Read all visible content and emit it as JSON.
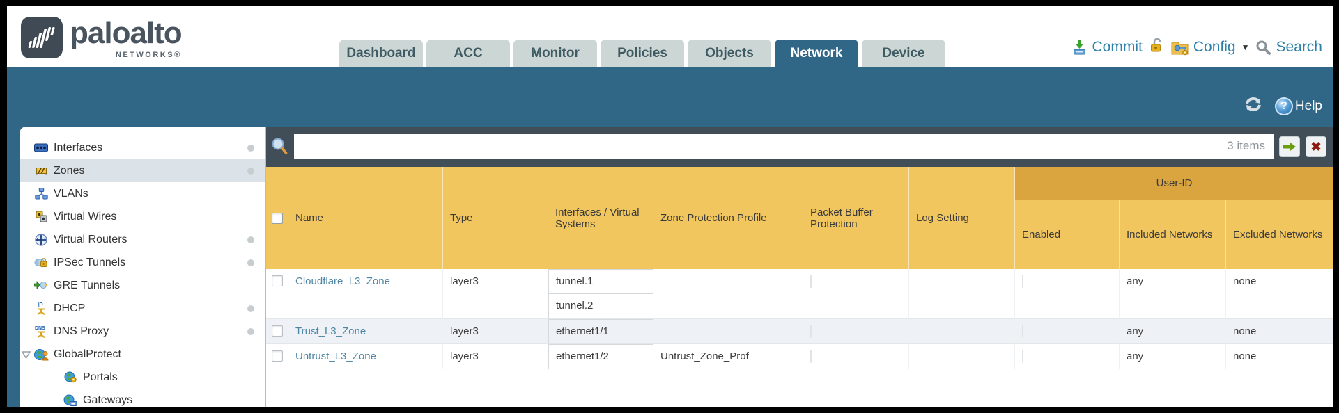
{
  "colors": {
    "teal": "#306686",
    "tab_inactive_bg": "#ccd6d4",
    "filter_bar_slate": "#424e57",
    "table_header_gold": "#f1c65f",
    "group_header_gold": "#daa53e",
    "link_blue": "#4e86a4",
    "row_alt": "#eef2f6",
    "logo_dark": "#3f4a54"
  },
  "header": {
    "brand": "paloalto",
    "brand_sub": "NETWORKS®",
    "tabs": [
      {
        "label": "Dashboard",
        "active": false
      },
      {
        "label": "ACC",
        "active": false
      },
      {
        "label": "Monitor",
        "active": false
      },
      {
        "label": "Policies",
        "active": false
      },
      {
        "label": "Objects",
        "active": false
      },
      {
        "label": "Network",
        "active": true
      },
      {
        "label": "Device",
        "active": false
      }
    ],
    "menu": {
      "commit_label": "Commit",
      "config_label": "Config",
      "search_label": "Search"
    }
  },
  "toolbar": {
    "help_label": "Help"
  },
  "sidebar": {
    "items": [
      {
        "label": "Interfaces",
        "selected": false,
        "has_dot": true,
        "indent": 0
      },
      {
        "label": "Zones",
        "selected": true,
        "has_dot": true,
        "indent": 0
      },
      {
        "label": "VLANs",
        "selected": false,
        "has_dot": false,
        "indent": 0
      },
      {
        "label": "Virtual Wires",
        "selected": false,
        "has_dot": false,
        "indent": 0
      },
      {
        "label": "Virtual Routers",
        "selected": false,
        "has_dot": true,
        "indent": 0
      },
      {
        "label": "IPSec Tunnels",
        "selected": false,
        "has_dot": true,
        "indent": 0
      },
      {
        "label": "GRE Tunnels",
        "selected": false,
        "has_dot": false,
        "indent": 0
      },
      {
        "label": "DHCP",
        "selected": false,
        "has_dot": true,
        "indent": 0
      },
      {
        "label": "DNS Proxy",
        "selected": false,
        "has_dot": true,
        "indent": 0
      },
      {
        "label": "GlobalProtect",
        "selected": false,
        "has_dot": false,
        "indent": 0,
        "expanded": true
      },
      {
        "label": "Portals",
        "selected": false,
        "has_dot": false,
        "indent": 1
      },
      {
        "label": "Gateways",
        "selected": false,
        "has_dot": false,
        "indent": 1
      }
    ]
  },
  "content": {
    "filter": {
      "value": "",
      "count": "3 items"
    },
    "table": {
      "group_header": "User-ID",
      "columns": [
        "Name",
        "Type",
        "Interfaces / Virtual Systems",
        "Zone Protection Profile",
        "Packet Buffer Protection",
        "Log Setting",
        "Enabled",
        "Included Networks",
        "Excluded Networks"
      ],
      "rows": [
        {
          "name": "Cloudflare_L3_Zone",
          "type": "layer3",
          "interfaces": [
            "tunnel.1",
            "tunnel.2"
          ],
          "zone_protection_profile": "",
          "packet_buffer_protection": false,
          "log_setting": "",
          "user_id_enabled": false,
          "included_networks": "any",
          "excluded_networks": "none"
        },
        {
          "name": "Trust_L3_Zone",
          "type": "layer3",
          "interfaces": [
            "ethernet1/1"
          ],
          "zone_protection_profile": "",
          "packet_buffer_protection": false,
          "log_setting": "",
          "user_id_enabled": false,
          "included_networks": "any",
          "excluded_networks": "none"
        },
        {
          "name": "Untrust_L3_Zone",
          "type": "layer3",
          "interfaces": [
            "ethernet1/2"
          ],
          "zone_protection_profile": "Untrust_Zone_Prof",
          "packet_buffer_protection": false,
          "log_setting": "",
          "user_id_enabled": false,
          "included_networks": "any",
          "excluded_networks": "none"
        }
      ]
    }
  }
}
